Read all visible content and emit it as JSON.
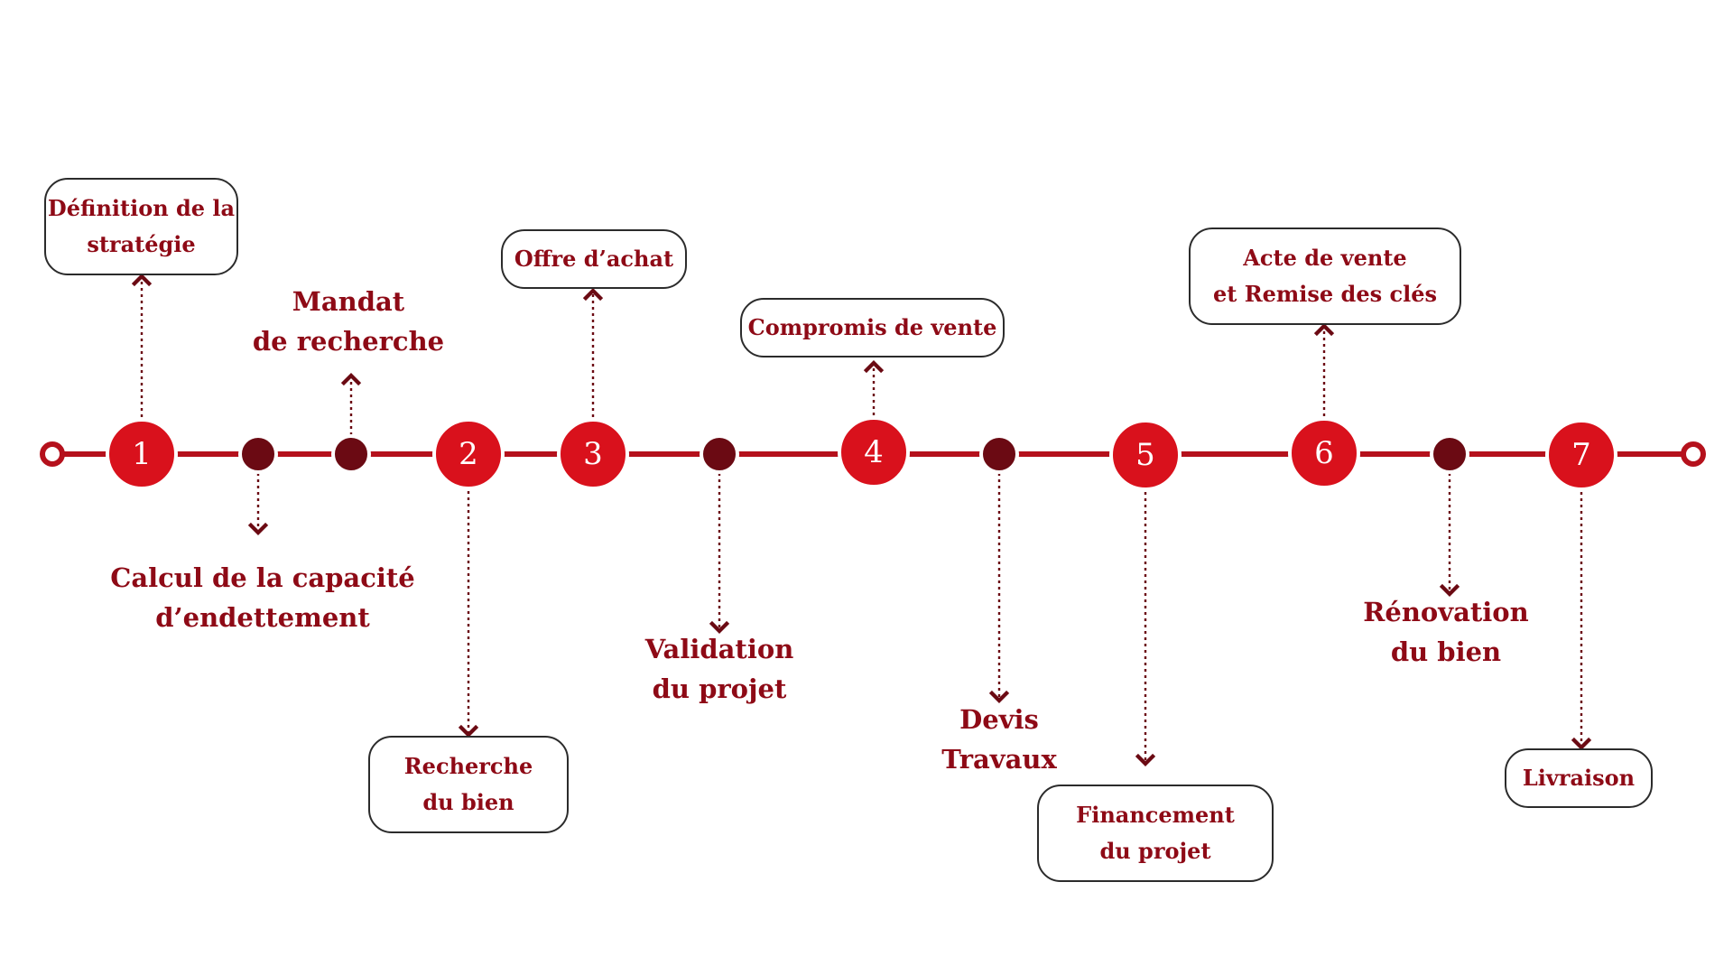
{
  "colors": {
    "line": "#b5111c",
    "step": "#d9111c",
    "step_border": "#ffffff",
    "dot": "#6b0a13",
    "connector": "#6b0a13",
    "text": "#8e0a16",
    "box_border": "#2b2b2b"
  },
  "steps": [
    {
      "number": "1",
      "box": [
        "Définition de la",
        "stratégie"
      ]
    },
    {
      "number": "2",
      "box": [
        "Recherche",
        "du bien"
      ]
    },
    {
      "number": "3",
      "box": [
        "Offre d’achat"
      ]
    },
    {
      "number": "4",
      "box": [
        "Compromis de vente"
      ]
    },
    {
      "number": "5",
      "box": [
        "Financement",
        "du projet"
      ]
    },
    {
      "number": "6",
      "box": [
        "Acte de vente",
        "et Remise des clés"
      ]
    },
    {
      "number": "7",
      "box": [
        "Livraison"
      ]
    }
  ],
  "milestones": [
    {
      "label": [
        "Calcul de la capacité",
        "d’endettement"
      ]
    },
    {
      "label": [
        "Mandat",
        "de recherche"
      ]
    },
    {
      "label": [
        "Validation",
        "du projet"
      ]
    },
    {
      "label": [
        "Devis",
        "Travaux"
      ]
    },
    {
      "label": [
        "Rénovation",
        "du bien"
      ]
    }
  ]
}
